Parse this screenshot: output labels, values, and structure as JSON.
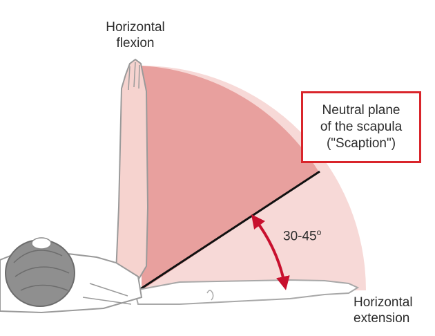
{
  "labels": {
    "horizontal_flexion": [
      "Horizontal",
      "flexion"
    ],
    "horizontal_extension": [
      "Horizontal",
      "extension"
    ],
    "scapular_plane": [
      "Neutral plane",
      "of the scapula",
      "(\"Scaption\")"
    ],
    "angle_range": "30-45",
    "angle_unit": "o"
  },
  "colors": {
    "sector_light": "#f7d9d7",
    "sector_dark": "#e8a09e",
    "arrow": "#c8102e",
    "highlight_box": "#d9252b",
    "line": "#111111",
    "hair": "#8f8f8f",
    "skin_outline": "#9a9a9a"
  }
}
